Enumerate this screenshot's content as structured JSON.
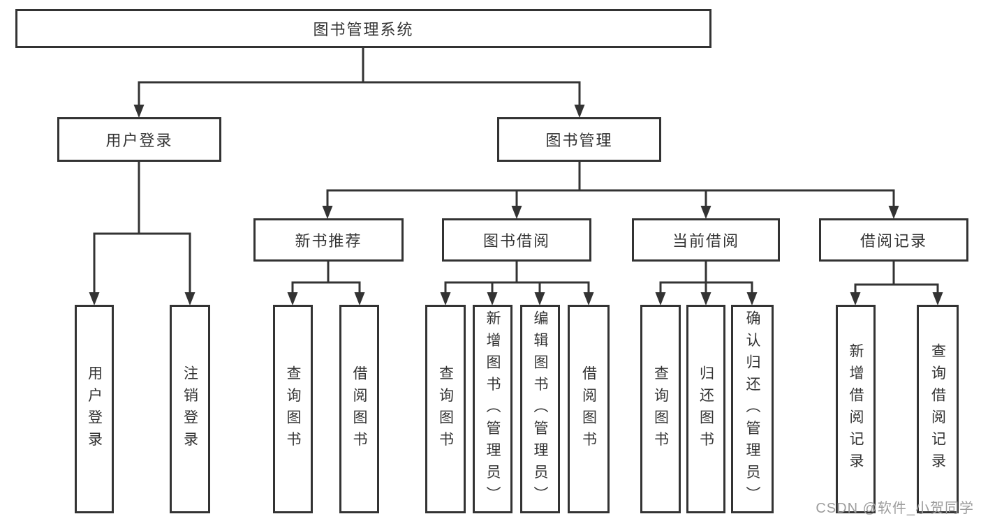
{
  "diagram": {
    "root": {
      "label": "图书管理系统"
    },
    "branches": [
      {
        "label": "用户登录",
        "children": [
          {
            "label": "用户登录"
          },
          {
            "label": "注销登录"
          }
        ]
      },
      {
        "label": "图书管理",
        "sections": [
          {
            "label": "新书推荐",
            "children": [
              {
                "label": "查询图书"
              },
              {
                "label": "借阅图书"
              }
            ]
          },
          {
            "label": "图书借阅",
            "children": [
              {
                "label": "查询图书"
              },
              {
                "label": "新增图书（管理员）"
              },
              {
                "label": "编辑图书（管理员）"
              },
              {
                "label": "借阅图书"
              }
            ]
          },
          {
            "label": "当前借阅",
            "children": [
              {
                "label": "查询图书"
              },
              {
                "label": "归还图书"
              },
              {
                "label": "确认归还（管理员）"
              }
            ]
          },
          {
            "label": "借阅记录",
            "children": [
              {
                "label": "新增借阅记录"
              },
              {
                "label": "查询借阅记录"
              }
            ]
          }
        ]
      }
    ]
  },
  "watermark": {
    "text": "CSDN @软件_小贺同学"
  },
  "colors": {
    "line": "#333333",
    "text": "#333333",
    "watermark": "#9d9d9d",
    "background": "#ffffff"
  }
}
